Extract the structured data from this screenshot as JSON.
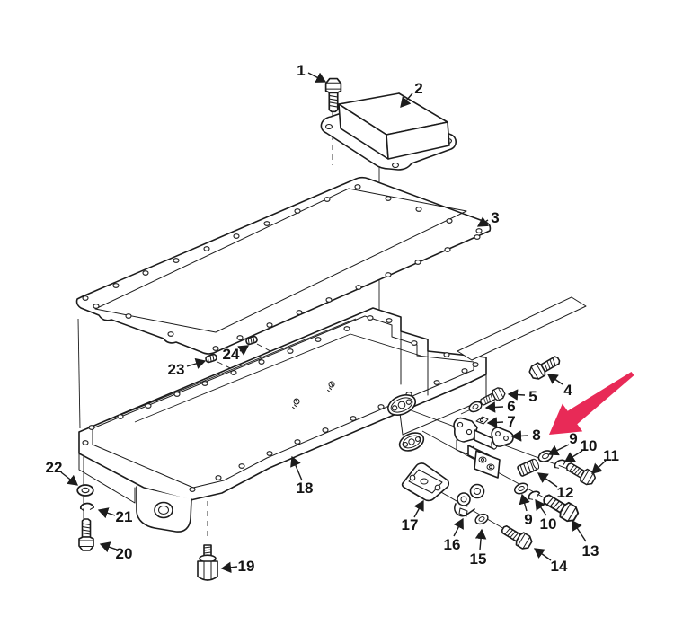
{
  "figure": {
    "type": "exploded-parts-diagram",
    "subject": "engine-oil-pan-assembly",
    "background_color": "#ffffff",
    "line_color": "#1c1c1c",
    "highlight_arrow": {
      "color": "#e82a57",
      "points_to_callout": "8"
    }
  },
  "callouts": {
    "n1": {
      "label": "1",
      "depicts": "screen-retaining-bolt"
    },
    "n2": {
      "label": "2",
      "depicts": "oil-pump-screen-assembly"
    },
    "n3": {
      "label": "3",
      "depicts": "oil-pan-gasket"
    },
    "n4": {
      "label": "4",
      "depicts": "hex-bolt"
    },
    "n5": {
      "label": "5",
      "depicts": "hex-plug"
    },
    "n6": {
      "label": "6",
      "depicts": "washer"
    },
    "n7": {
      "label": "7",
      "depicts": "retainer-clip"
    },
    "n8": {
      "label": "8",
      "depicts": "retainer-bracket-assembly"
    },
    "n9a": {
      "label": "9",
      "depicts": "flat-washer"
    },
    "n10a": {
      "label": "10",
      "depicts": "lock-washer"
    },
    "n11": {
      "label": "11",
      "depicts": "hex-bolt"
    },
    "n12": {
      "label": "12",
      "depicts": "threaded-plug"
    },
    "n9b": {
      "label": "9",
      "depicts": "flat-washer"
    },
    "n10b": {
      "label": "10",
      "depicts": "lock-washer"
    },
    "n13": {
      "label": "13",
      "depicts": "hex-bolt-long"
    },
    "n14": {
      "label": "14",
      "depicts": "hex-bolt"
    },
    "n15": {
      "label": "15",
      "depicts": "washer"
    },
    "n16": {
      "label": "16",
      "depicts": "elbow-fitting"
    },
    "n17": {
      "label": "17",
      "depicts": "flange-plate"
    },
    "n18": {
      "label": "18",
      "depicts": "oil-pan"
    },
    "n19": {
      "label": "19",
      "depicts": "drain-plug"
    },
    "n20": {
      "label": "20",
      "depicts": "hex-bolt"
    },
    "n21": {
      "label": "21",
      "depicts": "lock-washer"
    },
    "n22": {
      "label": "22",
      "depicts": "flat-washer"
    },
    "n23": {
      "label": "23",
      "depicts": "threaded-stud"
    },
    "n24": {
      "label": "24",
      "depicts": "threaded-stud"
    }
  }
}
